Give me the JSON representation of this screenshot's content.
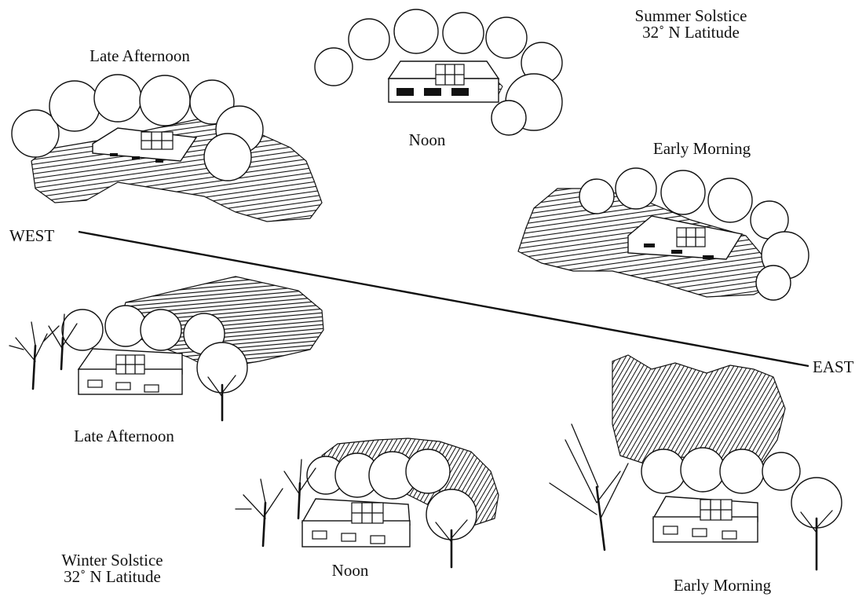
{
  "summer": {
    "heading_line1": "Summer Solstice",
    "heading_line2": "32˚ N Latitude",
    "late_afternoon": "Late Afternoon",
    "noon": "Noon",
    "early_morning": "Early Morning"
  },
  "axis": {
    "west": "WEST",
    "east": "EAST"
  },
  "winter": {
    "heading_line1": "Winter Solstice",
    "heading_line2": "32˚ N Latitude",
    "late_afternoon": "Late Afternoon",
    "noon": "Noon",
    "early_morning": "Early Morning"
  }
}
